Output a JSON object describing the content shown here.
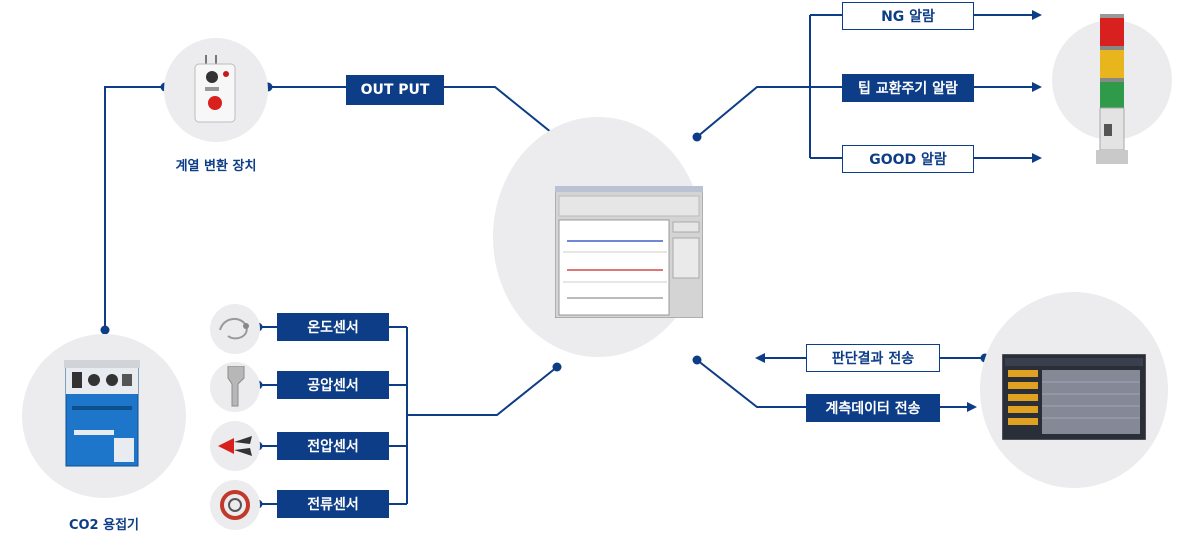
{
  "devices": {
    "converter_caption": "계열 변환 장치",
    "welder_caption": "CO2 용접기"
  },
  "flow": {
    "output_label": "OUT PUT"
  },
  "alarms": [
    {
      "label": "NG 알람"
    },
    {
      "label": "팁 교환주기 알람"
    },
    {
      "label": "GOOD 알람"
    }
  ],
  "sensors": [
    {
      "label": "온도센서"
    },
    {
      "label": "공압센서"
    },
    {
      "label": "전압센서"
    },
    {
      "label": "전류센서"
    }
  ],
  "transfers": {
    "result_label": "판단결과 전송",
    "data_label": "계측데이터 전송"
  },
  "colors": {
    "primary": "#0d3d86",
    "circle_bg": "#ececee",
    "lamp_red": "#d8201e",
    "lamp_yellow": "#e8b51c",
    "lamp_green": "#2e9a4a"
  },
  "icons": [
    "converter-device-icon",
    "welder-icon",
    "monitor-screen-icon",
    "tower-lamp-icon",
    "display-board-icon",
    "temperature-sensor-icon",
    "pressure-sensor-icon",
    "voltage-clip-icon",
    "current-coil-icon"
  ]
}
